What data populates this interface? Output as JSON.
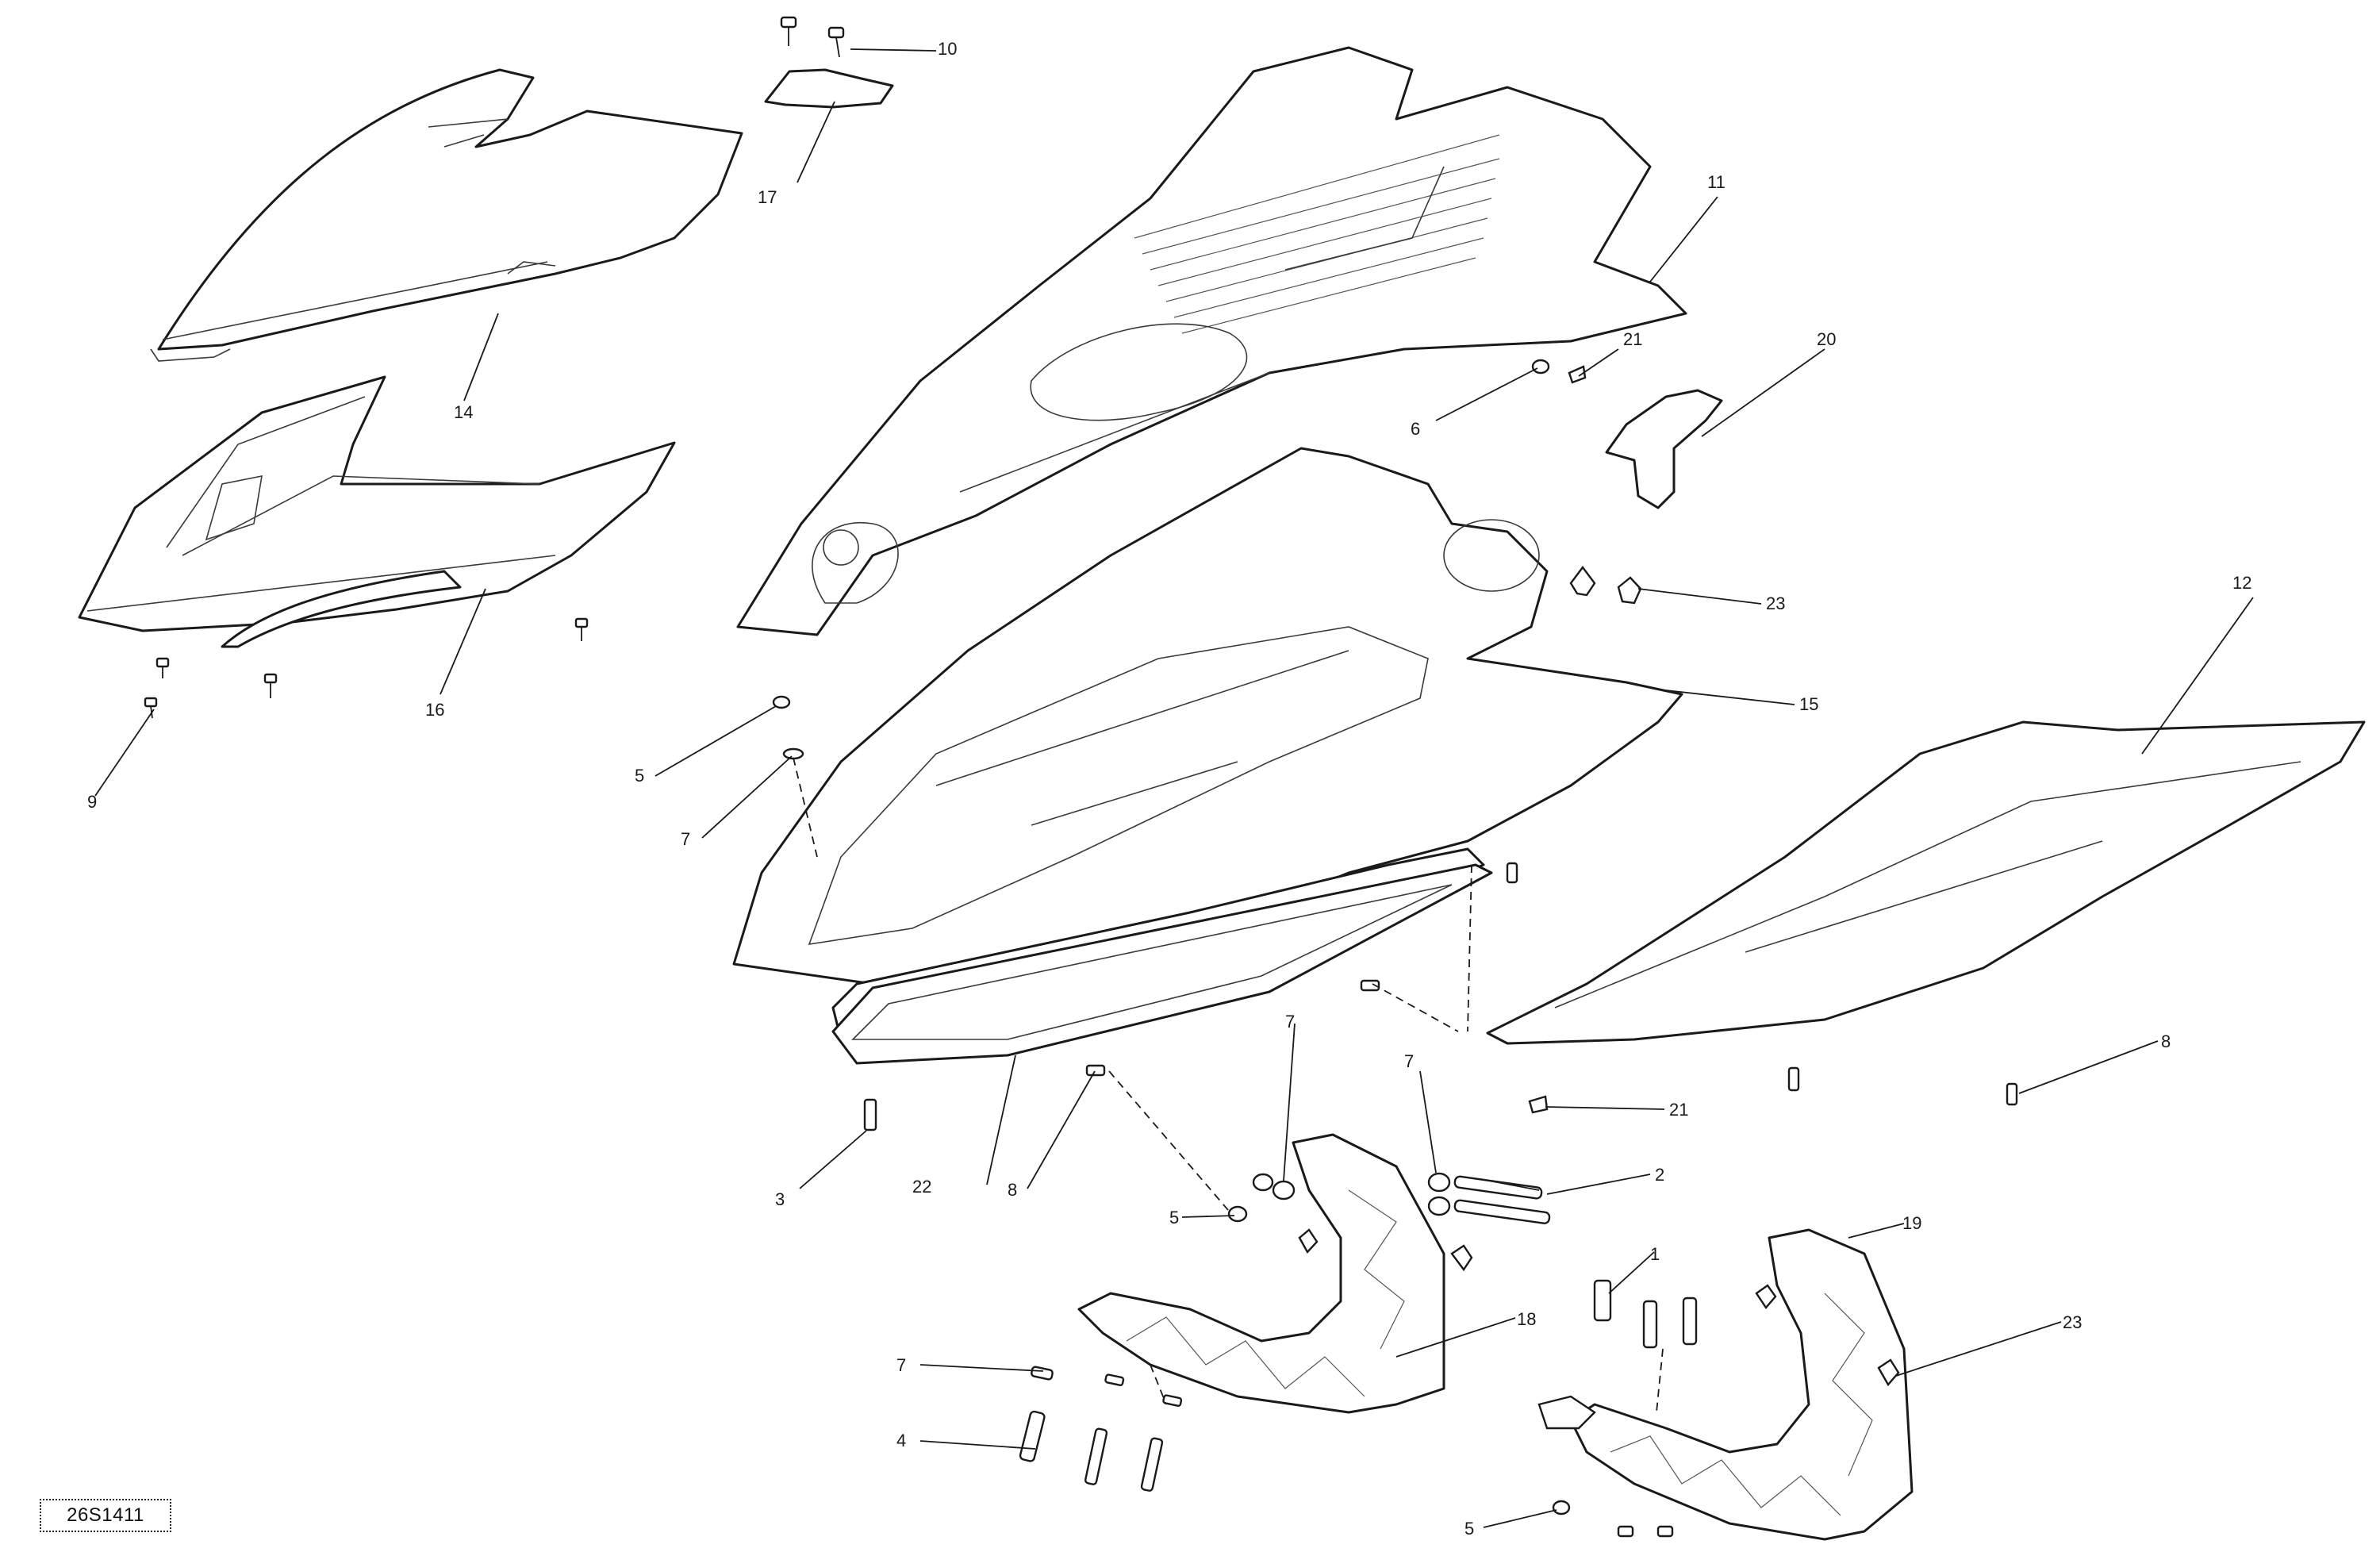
{
  "diagram": {
    "reference_code": "26S1411",
    "callouts": {
      "c1": "1",
      "c2": "2",
      "c3": "3",
      "c4": "4",
      "c5a": "5",
      "c5b": "5",
      "c5c": "5",
      "c6": "6",
      "c7a": "7",
      "c7b": "7",
      "c7c": "7",
      "c7d": "7",
      "c8a": "8",
      "c8b": "8",
      "c9": "9",
      "c10": "10",
      "c11": "11",
      "c12": "12",
      "c14": "14",
      "c15": "15",
      "c16": "16",
      "c17": "17",
      "c18": "18",
      "c19": "19",
      "c20": "20",
      "c21a": "21",
      "c21b": "21",
      "c22": "22",
      "c23a": "23",
      "c23b": "23"
    }
  }
}
